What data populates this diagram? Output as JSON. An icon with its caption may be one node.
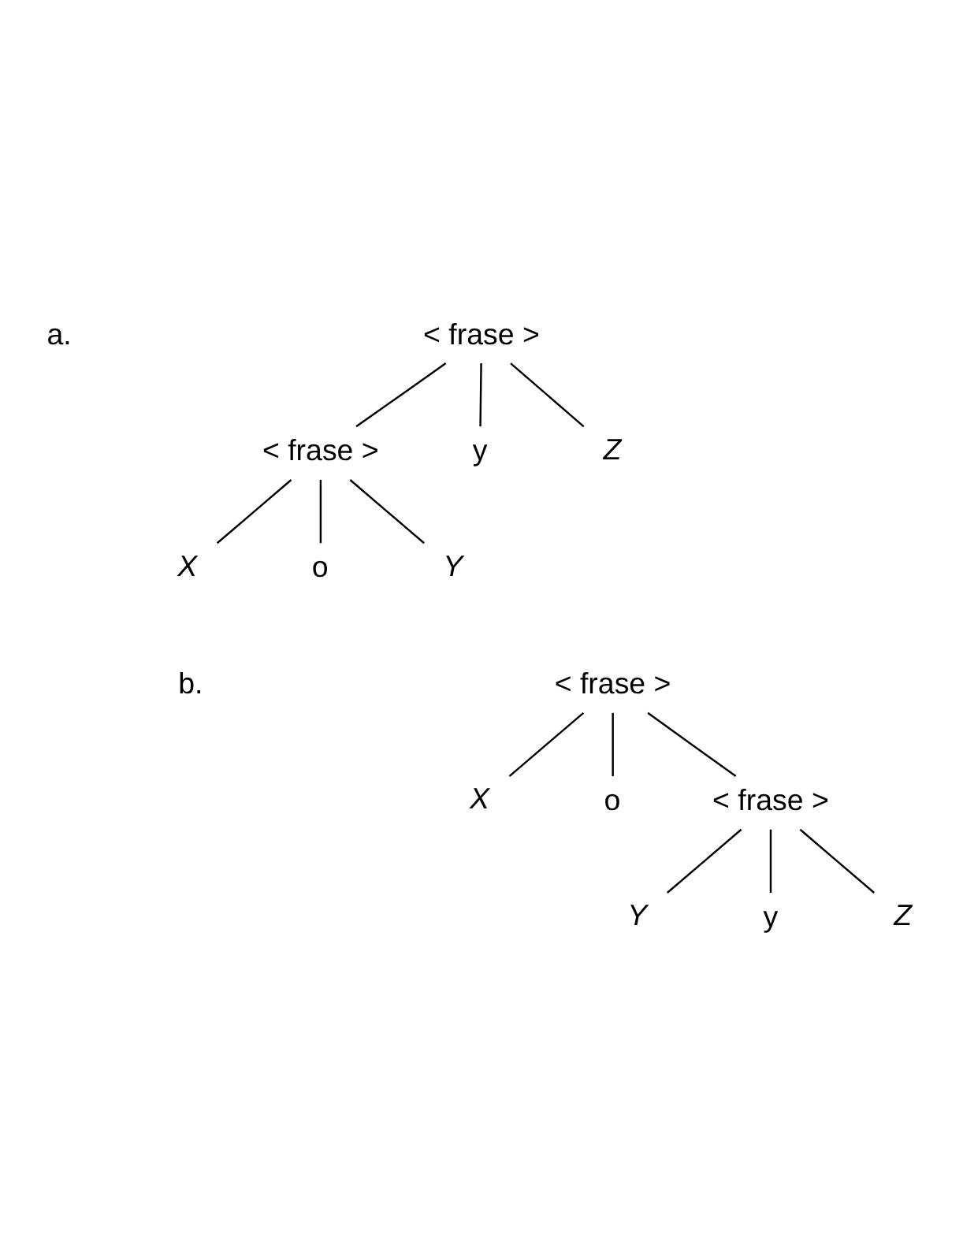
{
  "diagram": {
    "nodes": [
      {
        "text": [
          "< frase >"
        ]
      },
      {
        "text": [
          "< frase >"
        ]
      },
      {
        "text": [
          "y"
        ]
      },
      {
        "text": [
          "Z"
        ]
      },
      {
        "text": [
          "X"
        ]
      },
      {
        "text": [
          "o"
        ]
      },
      {
        "text": [
          "Y"
        ]
      },
      {
        "text": [
          "< frase >"
        ]
      },
      {
        "text": [
          "X"
        ]
      },
      {
        "text": [
          "o"
        ]
      },
      {
        "text": [
          "< frase >"
        ]
      },
      {
        "text": [
          "Y"
        ]
      },
      {
        "text": [
          "y"
        ]
      },
      {
        "text": [
          "Z"
        ]
      }
    ],
    "edges": [
      {
        "from": 0,
        "to": 1,
        "arrow": "none"
      },
      {
        "from": 0,
        "to": 2,
        "arrow": "none"
      },
      {
        "from": 0,
        "to": 3,
        "arrow": "none"
      },
      {
        "from": 1,
        "to": 4,
        "arrow": "none"
      },
      {
        "from": 1,
        "to": 5,
        "arrow": "none"
      },
      {
        "from": 1,
        "to": 6,
        "arrow": "none"
      },
      {
        "from": 7,
        "to": 8,
        "arrow": "none"
      },
      {
        "from": 7,
        "to": 9,
        "arrow": "none"
      },
      {
        "from": 7,
        "to": 10,
        "arrow": "none"
      },
      {
        "from": 10,
        "to": 11,
        "arrow": "none"
      },
      {
        "from": 10,
        "to": 12,
        "arrow": "none"
      },
      {
        "from": 10,
        "to": 13,
        "arrow": "none"
      }
    ],
    "labels": [
      "a.",
      "b."
    ]
  }
}
